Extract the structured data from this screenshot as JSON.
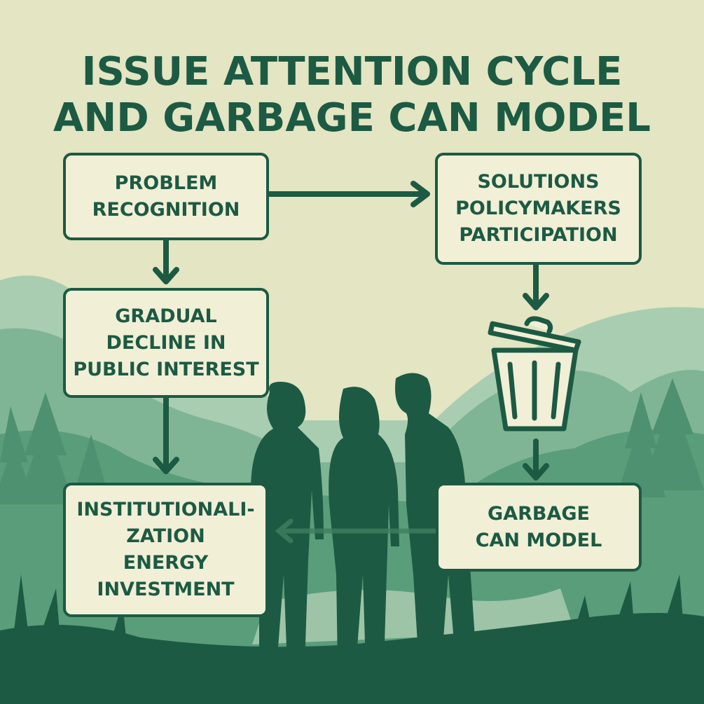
{
  "title": {
    "line1": "ISSUE ATTENTION CYCLE",
    "line2": "AND GARBAGE CAN MODEL"
  },
  "boxes": {
    "problem": [
      "PROBLEM",
      "RECOGNITION"
    ],
    "solutions": [
      "SOLUTIONS",
      "POLICYMAKERS",
      "PARTICIPATION"
    ],
    "decline": [
      "GRADUAL",
      "DECLINE IN",
      "PUBLIC INTEREST"
    ],
    "institutional": [
      "INSTITUTIONALI-",
      "ZATION",
      "ENERGY",
      "INVESTMENT"
    ],
    "garbage": [
      "GARBAGE",
      "CAN MODEL"
    ]
  },
  "colors": {
    "dark_green": "#1c5a43",
    "box_fill": "#f2efd7",
    "background": "#e3e5c3"
  }
}
